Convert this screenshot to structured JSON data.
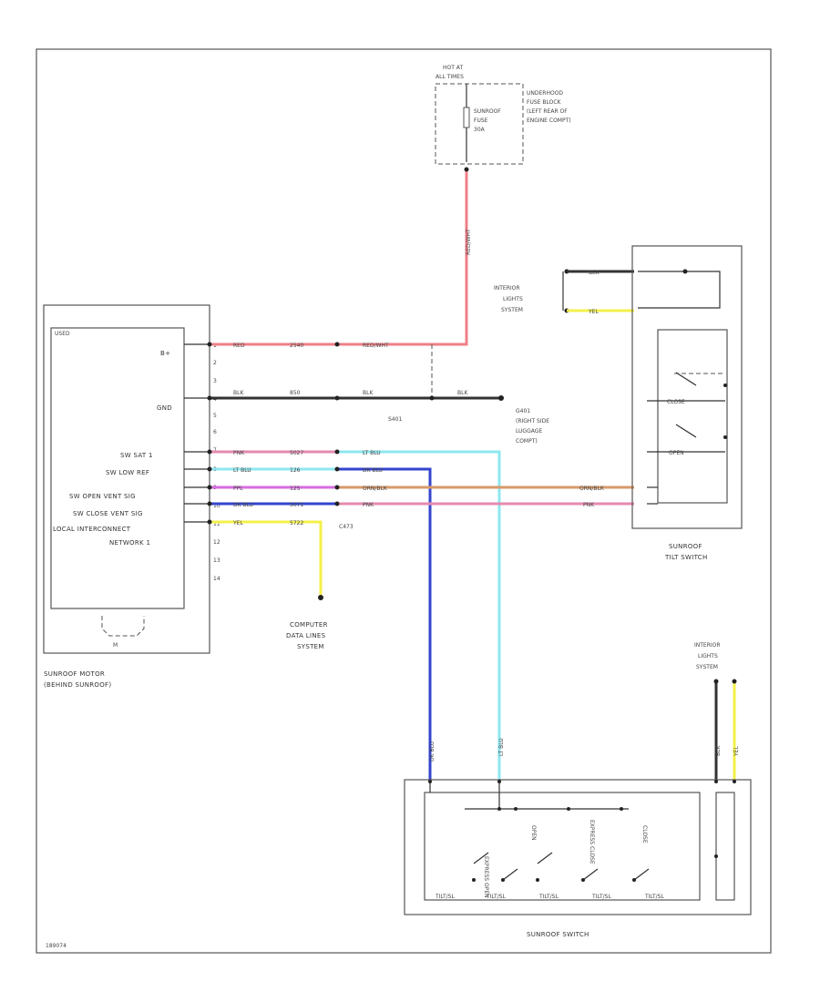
{
  "fuse_block": {
    "hot_label_1": "HOT AT",
    "hot_label_2": "ALL TIMES",
    "fuse_name_1": "SUNROOF",
    "fuse_name_2": "FUSE",
    "fuse_rating": "30A",
    "block_1": "UNDERHOOD",
    "block_2": "FUSE BLOCK",
    "block_3": "(LEFT REAR OF",
    "block_4": "ENGINE COMPT)"
  },
  "wire_colors": {
    "red": "#ef7f86",
    "black": "#333333",
    "lt_blu": "#8ee7f0",
    "dk_blu": "#3344cc",
    "orn": "#d89a6a",
    "pnk": "#e58ab0",
    "ppl": "#d86be0",
    "yel": "#f4f04a"
  },
  "motor": {
    "label_1": "SUNROOF MOTOR",
    "label_2": "(BEHIND SUNROOF)",
    "module_label": "USED",
    "pin_bplus": "B+",
    "pin_gnd": "GND",
    "pin_sw_sat": "SW SAT 1",
    "pin_sw_low_ref": "SW LOW REF",
    "pin_sw_open": "SW OPEN VENT SIG",
    "pin_sw_close": "SW CLOSE VENT SIG",
    "pin_lin_1": "LOCAL INTERCONNECT",
    "pin_lin_2": "NETWORK 1",
    "pins": [
      "1",
      "2",
      "3",
      "4",
      "5",
      "6",
      "7",
      "8",
      "9",
      "10",
      "11",
      "12",
      "13",
      "14"
    ],
    "ground_tag": "M"
  },
  "wires": {
    "bplus": {
      "color": "RED",
      "circuit": "2540",
      "color2": "RED/WHT"
    },
    "gnd": {
      "color": "BLK",
      "circuit": "850",
      "color2": "BLK",
      "color3": "BLK"
    },
    "sat": {
      "color": "PNK",
      "circuit": "5027",
      "color2": "LT BLU"
    },
    "lowref": {
      "color": "LT BLU",
      "circuit": "126",
      "color2": "DK BLU"
    },
    "open": {
      "color": "PPL",
      "circuit": "125",
      "color2": "ORN/BLK",
      "color3": "ORN/BLK"
    },
    "close": {
      "color": "DK BLU",
      "circuit": "5071",
      "color2": "PNK",
      "color3": "PNK"
    },
    "lin": {
      "color": "YEL",
      "circuit": "5722"
    },
    "dk_blu_vert": "DK BLU",
    "lt_blu_vert": "LT BLU",
    "fuse_out": "RED/WHT",
    "blk_right": "BLK",
    "yel_right": "YEL"
  },
  "splices": {
    "s401": "S401",
    "c473": "C473"
  },
  "ground": {
    "name": "G401",
    "desc_1": "(RIGHT SIDE",
    "desc_2": "LUGGAGE",
    "desc_3": "COMPT)"
  },
  "interior_top": {
    "line_1": "INTERIOR",
    "line_2": "LIGHTS",
    "line_3": "SYSTEM",
    "blk": "BLK",
    "yel": "YEL"
  },
  "tilt_switch": {
    "label_1": "SUNROOF",
    "label_2": "TILT SWITCH",
    "close_label": "CLOSE",
    "open_label": "OPEN"
  },
  "computer": {
    "line_1": "COMPUTER",
    "line_2": "DATA LINES",
    "line_3": "SYSTEM"
  },
  "interior_bottom": {
    "line_1": "INTERIOR",
    "line_2": "LIGHTS",
    "line_3": "SYSTEM"
  },
  "sunroof_switch": {
    "label": "SUNROOF SWITCH",
    "contacts": [
      "EXPRESS OPEN",
      "OPEN",
      "EXPRESS CLOSE",
      "CLOSE"
    ],
    "bottom_labels": [
      "TILT/SL",
      "TILT/SL",
      "TILT/SL",
      "TILT/SL",
      "TILT/SL"
    ]
  },
  "footer": {
    "code": "189074"
  }
}
